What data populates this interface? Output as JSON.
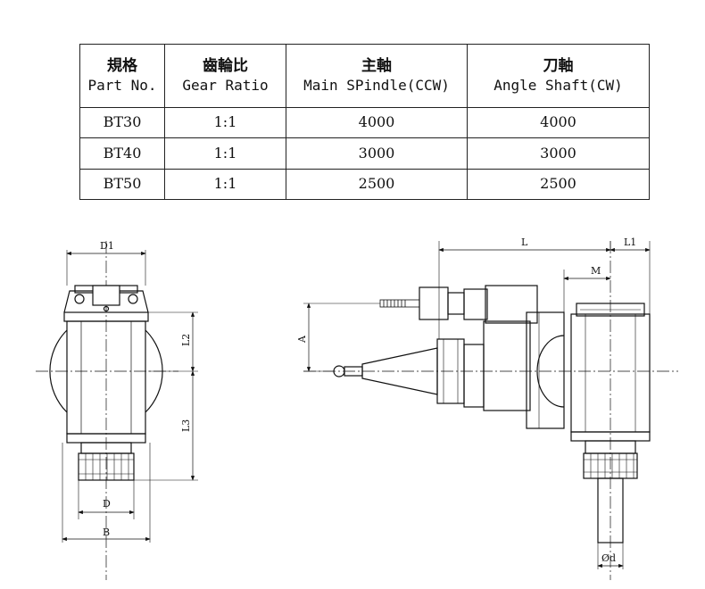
{
  "table": {
    "headers": [
      {
        "zh": "規格",
        "en": "Part No."
      },
      {
        "zh": "齒輪比",
        "en": "Gear Ratio"
      },
      {
        "zh": "主軸",
        "en": "Main SPindle(CCW)"
      },
      {
        "zh": "刀軸",
        "en": "Angle Shaft(CW)"
      }
    ],
    "rows": [
      [
        "BT30",
        "1:1",
        "4000",
        "4000"
      ],
      [
        "BT40",
        "1:1",
        "3000",
        "3000"
      ],
      [
        "BT50",
        "1:1",
        "2500",
        "2500"
      ]
    ]
  },
  "dimensions": {
    "d1": "D1",
    "l2": "L2",
    "l3": "L3",
    "d": "D",
    "b": "B",
    "l": "L",
    "l1": "L1",
    "m": "M",
    "a": "A",
    "od": "Ød"
  }
}
